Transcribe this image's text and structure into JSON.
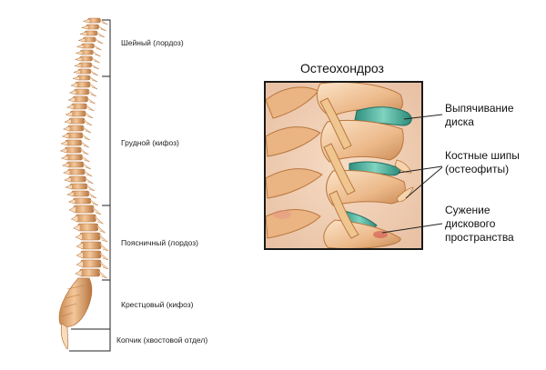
{
  "spine": {
    "regions": [
      "Шейный (лордоз)",
      "Грудной (кифоз)",
      "Поясничный  (лордоз)",
      "Крестцовый (кифоз)",
      "Копчик (хвостовой отдел)"
    ]
  },
  "inset": {
    "title": "Остеохондроз",
    "annotations": [
      {
        "lines": [
          "Выпячивание",
          "диска"
        ]
      },
      {
        "lines": [
          "Костные шипы",
          "(остеофиты)"
        ]
      },
      {
        "lines": [
          "Сужение",
          "дискового",
          "пространства"
        ]
      }
    ]
  },
  "colors": {
    "bone": "#eab483",
    "bone_dark": "#b9773f",
    "bone_light": "#f7dcc0",
    "disc": "#3aa894",
    "line": "#222222"
  }
}
